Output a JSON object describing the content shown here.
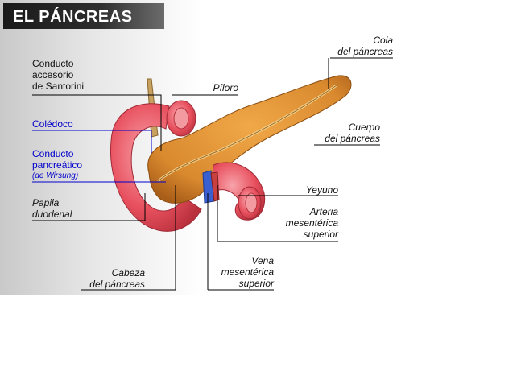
{
  "title": "EL PÁNCREAS",
  "labels": {
    "cola": "Cola\ndel páncreas",
    "conducto_accesorio": "Conducto\naccesorio\nde Santorini",
    "piloro": "Píloro",
    "coledoco": "Colédoco",
    "conducto_pancreatico": "Conducto\npancreático",
    "wirsung": "(de Wirsung)",
    "cuerpo": "Cuerpo\ndel páncreas",
    "yeyuno": "Yeyuno",
    "papila": "Papila\nduodenal",
    "arteria": "Arteria\nmesentérica\nsuperior",
    "vena": "Vena\nmesentérica\nsuperior",
    "cabeza": "Cabeza\ndel páncreas"
  },
  "colors": {
    "pancreas": "#d9892e",
    "pancreas_dark": "#a85d18",
    "intestine": "#e8505e",
    "intestine_light": "#f29aa0",
    "duct": "#e8c07a",
    "vessel": "#3a5fd0",
    "leader_black": "#000000",
    "leader_blue": "#0000cc"
  }
}
